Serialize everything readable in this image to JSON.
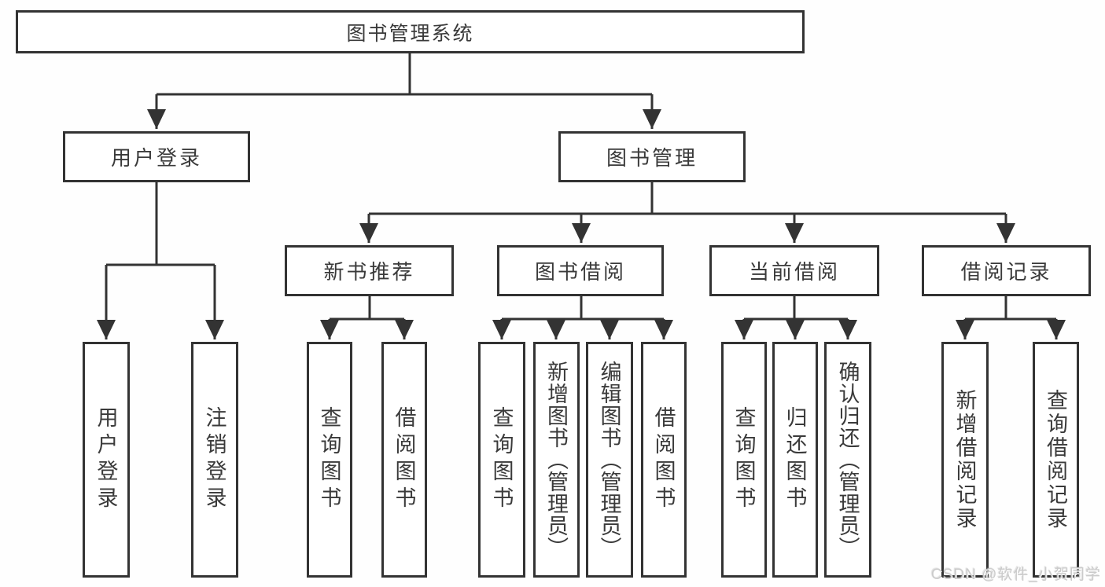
{
  "diagram": {
    "title": "图书管理系统",
    "level2": [
      {
        "label": "用户登录",
        "children": [
          "用户登录",
          "注销登录"
        ]
      },
      {
        "label": "图书管理",
        "children": [
          {
            "label": "新书推荐",
            "children": [
              "查询图书",
              "借阅图书"
            ]
          },
          {
            "label": "图书借阅",
            "children": [
              "查询图书",
              "新增图书（管理员）",
              "编辑图书（管理员）",
              "借阅图书"
            ]
          },
          {
            "label": "当前借阅",
            "children": [
              "查询图书",
              "归还图书",
              "确认归还（管理员）"
            ]
          },
          {
            "label": "借阅记录",
            "children": [
              "新增借阅记录",
              "查询借阅记录"
            ]
          }
        ]
      }
    ]
  },
  "watermark": "CSDN @软件_小贺同学",
  "colors": {
    "line": "#333333",
    "box_border": "#333333",
    "box_bg": "#ffffff",
    "text": "#3a3a3a",
    "watermark": "#cbcbcb"
  }
}
